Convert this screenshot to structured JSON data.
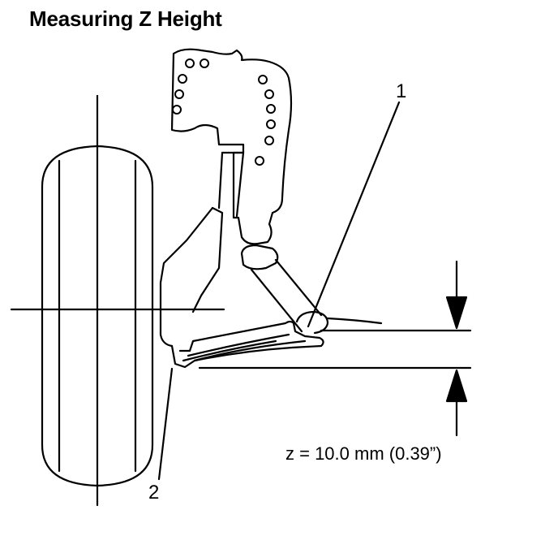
{
  "title": "Measuring Z Height",
  "callouts": {
    "one": "1",
    "two": "2"
  },
  "measurement": {
    "label": "z = 10.0 mm (0.39”)"
  },
  "colors": {
    "line": "#000000",
    "background": "#ffffff"
  }
}
